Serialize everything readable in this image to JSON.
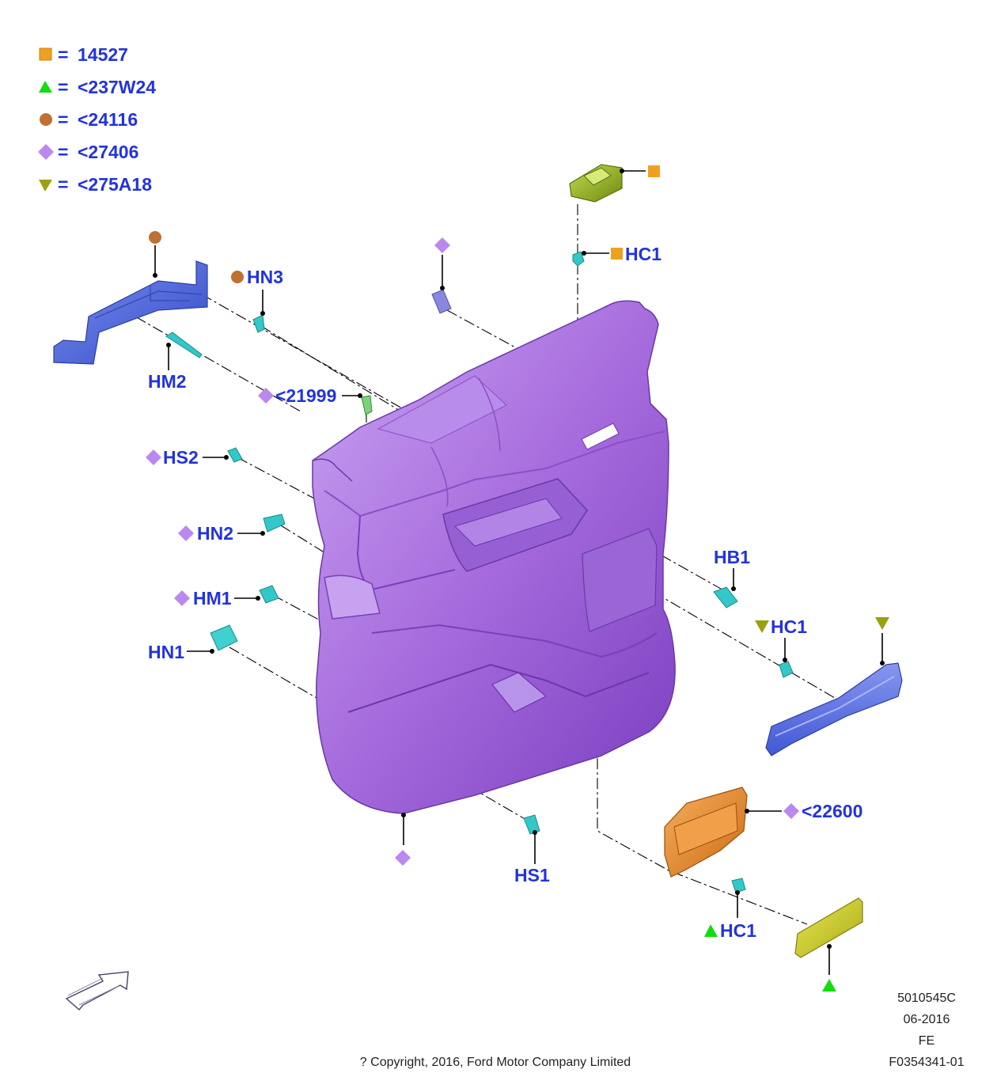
{
  "legend": [
    {
      "symbol": "square",
      "color": "#f0a020",
      "text": "14527"
    },
    {
      "symbol": "triangle-up",
      "color": "#11dd11",
      "text": "<237W24"
    },
    {
      "symbol": "circle",
      "color": "#c07030",
      "text": "<24116"
    },
    {
      "symbol": "diamond",
      "color": "#bb88ee",
      "text": "<27406"
    },
    {
      "symbol": "triangle-down",
      "color": "#9aa010",
      "text": "<275A18"
    }
  ],
  "legend_equals": "=",
  "callouts": {
    "hn3": "HN3",
    "hc1_top": "HC1",
    "hm2": "HM2",
    "c21999": "<21999",
    "hs2": "HS2",
    "hn2": "HN2",
    "hm1": "HM1",
    "hn1": "HN1",
    "hb1": "HB1",
    "hc1_mid": "HC1",
    "c22600": "<22600",
    "hs1": "HS1",
    "hc1_bottom": "HC1"
  },
  "colors": {
    "panel": "#a66bdc",
    "bracket": "#4a62dd",
    "armrest": "#5a6fe0",
    "switch_bezel": "#9fbf20",
    "handle": "#e88a2a",
    "cover": "#cccc22",
    "clip": "#33c8c8",
    "label": "#2233dd"
  },
  "footer": {
    "code": "5010545C",
    "date": "06-2016",
    "region": "FE",
    "drawing_id": "F0354341-01",
    "copyright": "? Copyright, 2016, Ford Motor Company Limited"
  }
}
